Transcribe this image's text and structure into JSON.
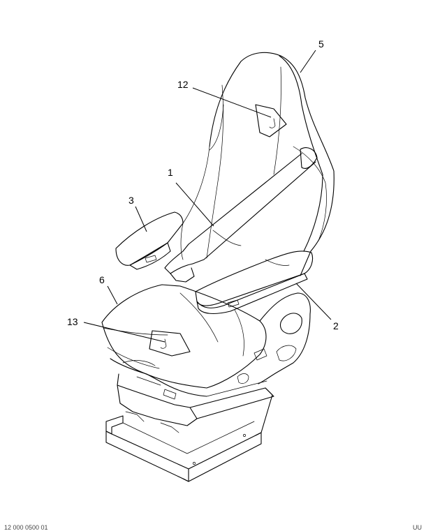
{
  "callouts": {
    "c1": "1",
    "c2": "2",
    "c3": "3",
    "c5": "5",
    "c6": "6",
    "c12": "12",
    "c13": "13"
  },
  "footer": {
    "left": "12 000 0500 01",
    "right": "UU"
  }
}
